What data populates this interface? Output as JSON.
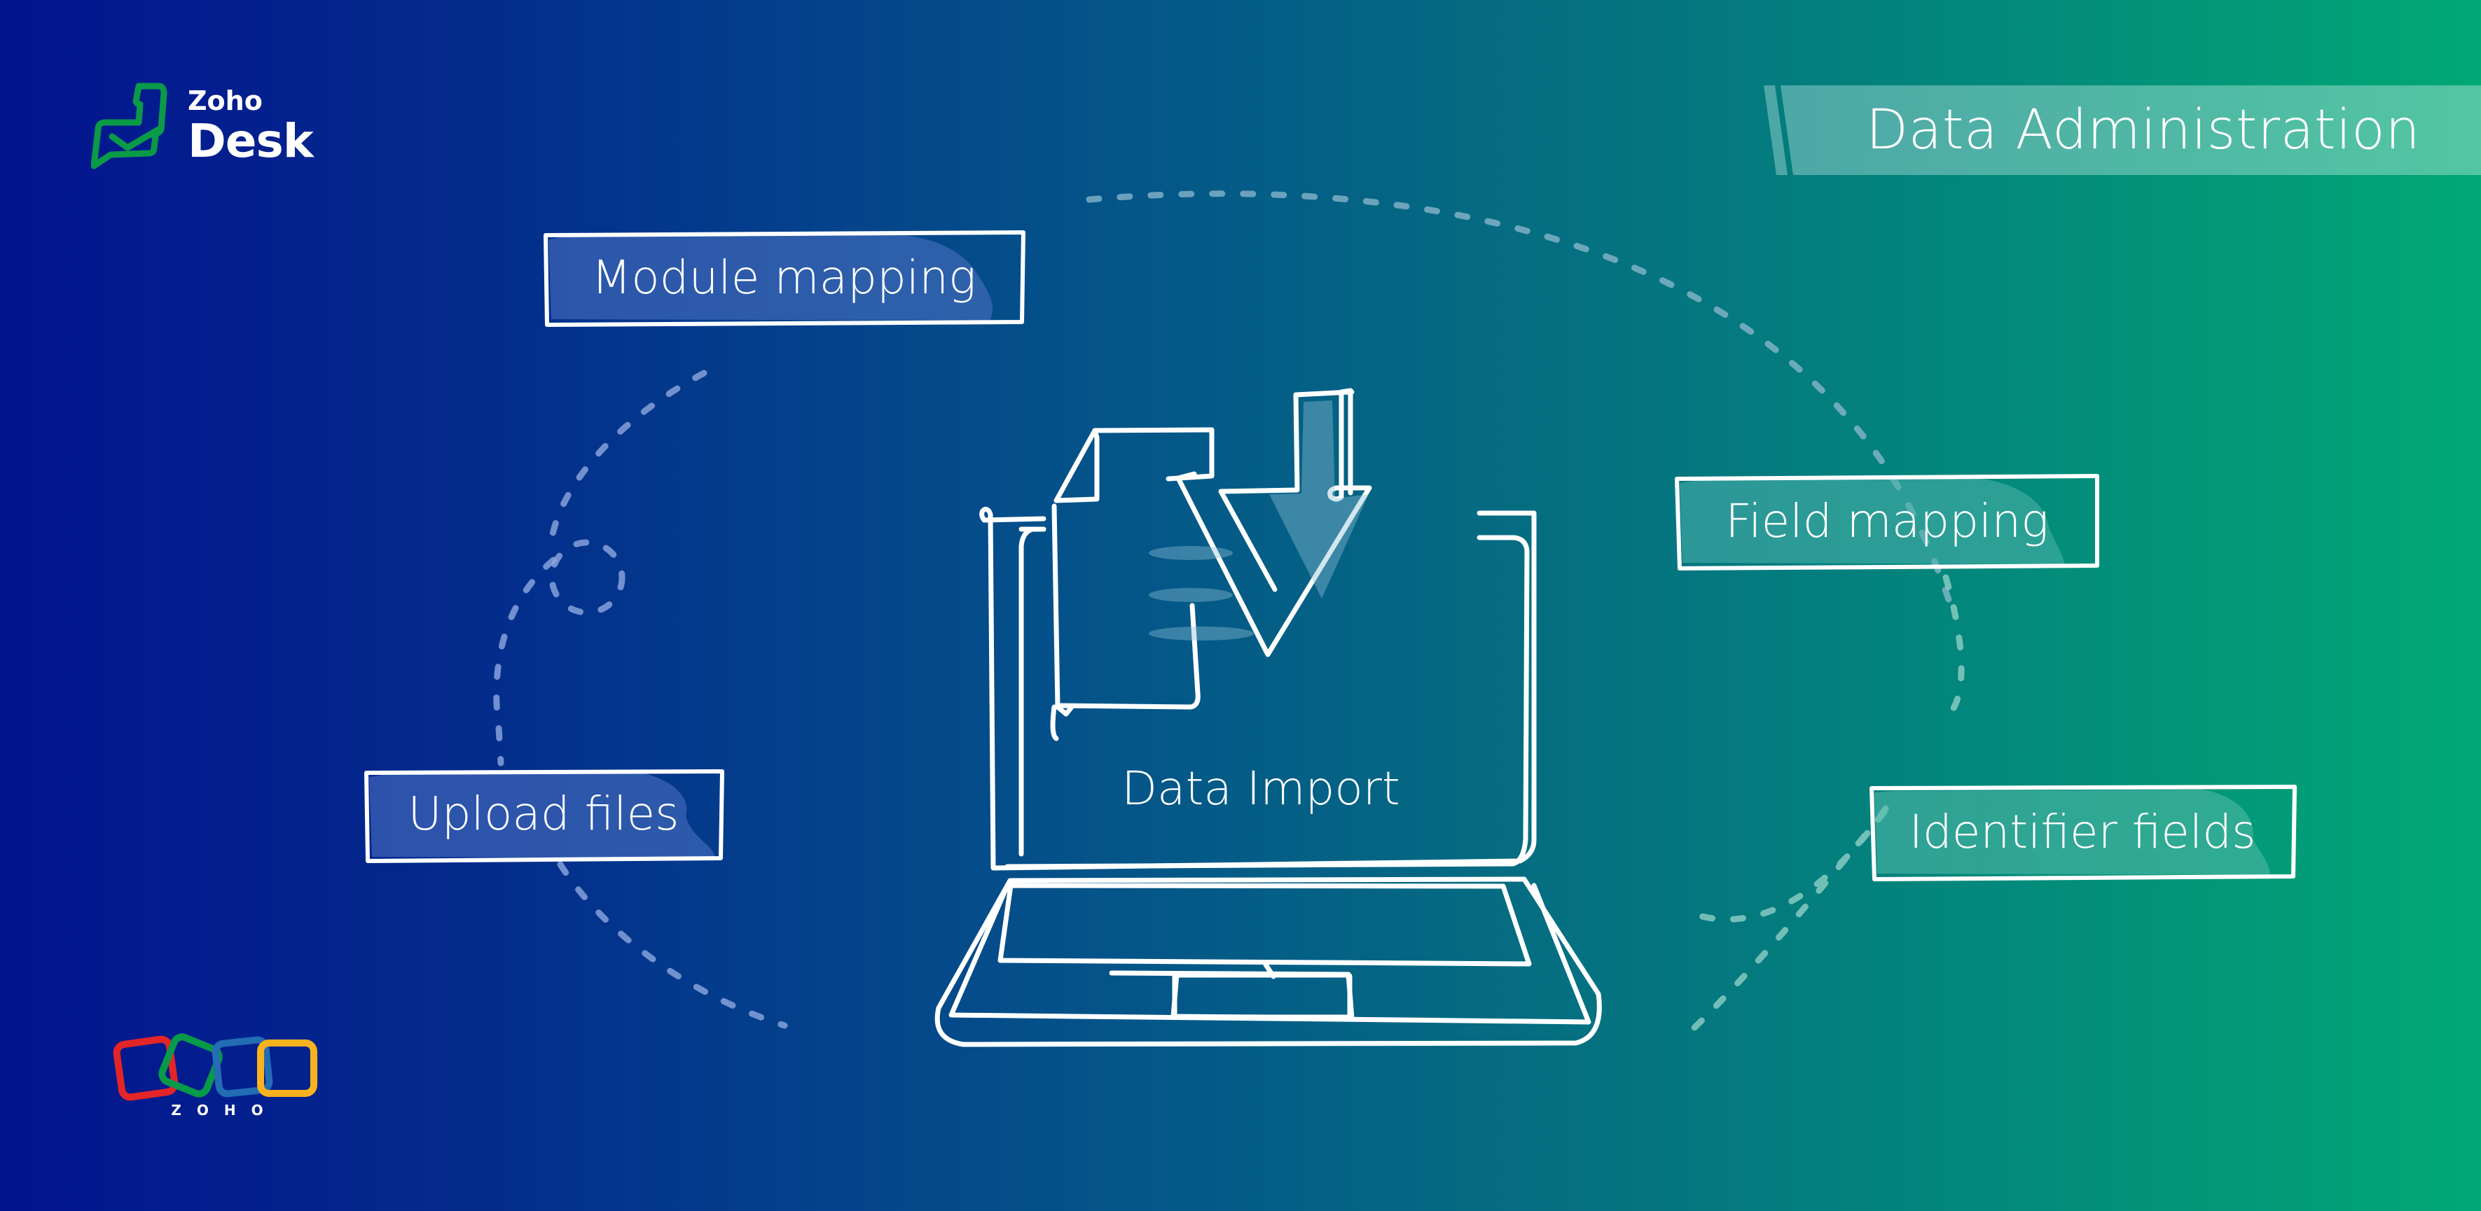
{
  "brand": {
    "top": "Zoho",
    "bottom": "Desk",
    "icon": "zoho-desk-chat-check-icon",
    "icon_color": "#0a9a48"
  },
  "banner": {
    "title": "Data Administration"
  },
  "center": {
    "label": "Data Import",
    "illustration": [
      "laptop-icon",
      "document-icon",
      "download-arrow-icon"
    ]
  },
  "tags": [
    {
      "id": "module-mapping",
      "label": "Module mapping"
    },
    {
      "id": "field-mapping",
      "label": "Field mapping"
    },
    {
      "id": "upload-files",
      "label": "Upload files"
    },
    {
      "id": "identifier-fields",
      "label": "Identifier fields"
    }
  ],
  "footer_logo": {
    "word": "ZOHO",
    "colors": [
      "#e42527",
      "#089949",
      "#226db4",
      "#f9b21d"
    ]
  },
  "colors": {
    "bg_left": "#03138f",
    "bg_right": "#02a875",
    "line": "#ffffff",
    "dash": "#8fb4d6"
  }
}
